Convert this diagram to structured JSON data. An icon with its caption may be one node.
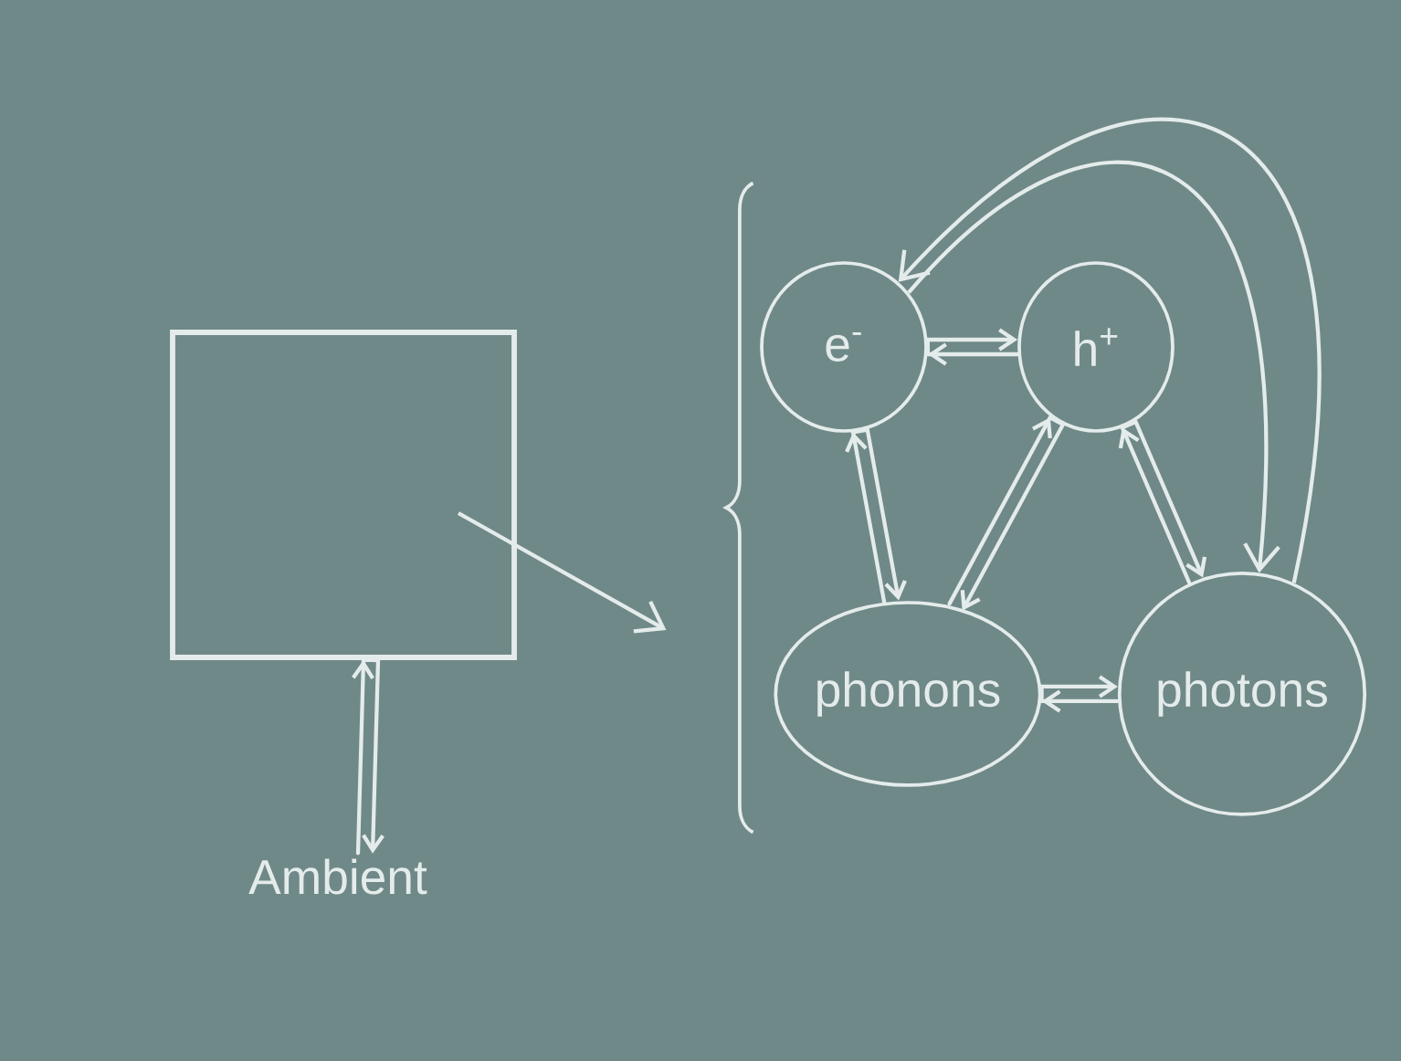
{
  "diagram": {
    "nodes": [
      {
        "text": [],
        "shape": "box"
      },
      {
        "text": [
          "Ambient"
        ]
      },
      {
        "text": [],
        "shape": "brace"
      },
      {
        "text": [
          "e$^{-}$"
        ]
      },
      {
        "text": [
          "h$^{+}$"
        ]
      },
      {
        "text": [
          "phonons"
        ]
      },
      {
        "text": [
          "photons"
        ]
      }
    ],
    "edges": [
      {
        "from": 0,
        "to": 2,
        "arrow": "to"
      },
      {
        "from": 0,
        "to": 1,
        "arrow": "both"
      },
      {
        "from": 3,
        "to": 4,
        "arrow": "both"
      },
      {
        "from": 3,
        "to": 5,
        "arrow": "both"
      },
      {
        "from": 4,
        "to": 5,
        "arrow": "both"
      },
      {
        "from": 4,
        "to": 6,
        "arrow": "both"
      },
      {
        "from": 5,
        "to": 6,
        "arrow": "both"
      },
      {
        "from": 6,
        "to": 3,
        "arrow": "to"
      },
      {
        "from": 3,
        "to": 6,
        "arrow": "to"
      }
    ]
  }
}
